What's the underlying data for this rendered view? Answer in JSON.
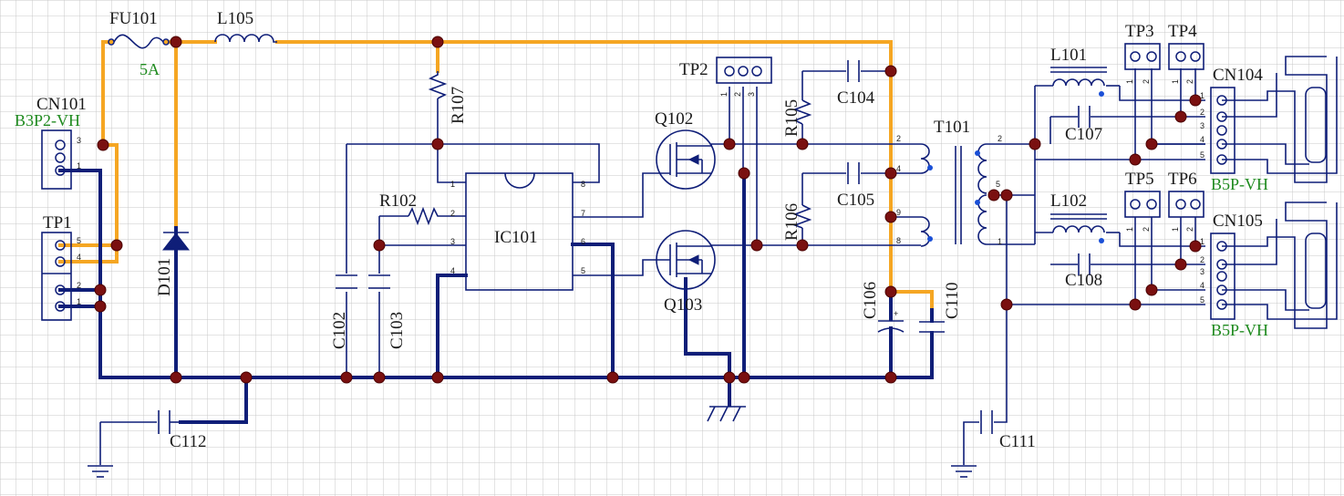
{
  "labels": {
    "fu101": "FU101",
    "fu101_value": "5A",
    "l105": "L105",
    "cn101": "CN101",
    "cn101_value": "B3P2-VH",
    "tp1": "TP1",
    "d101": "D101",
    "r107": "R107",
    "r102": "R102",
    "ic101": "IC101",
    "c102": "C102",
    "c103": "C103",
    "c112": "C112",
    "tp2": "TP2",
    "q102": "Q102",
    "q103": "Q103",
    "r105": "R105",
    "r106": "R106",
    "c104": "C104",
    "c105": "C105",
    "c106": "C106",
    "c110": "C110",
    "t101": "T101",
    "l101": "L101",
    "l102": "L102",
    "c107": "C107",
    "c108": "C108",
    "c111": "C111",
    "tp3": "TP3",
    "tp4": "TP4",
    "tp5": "TP5",
    "tp6": "TP6",
    "cn104": "CN104",
    "cn104_value": "B5P-VH",
    "cn105": "CN105",
    "cn105_value": "B5P-VH"
  },
  "pins": {
    "cn101": [
      "3",
      "1"
    ],
    "tp1": [
      "5",
      "4",
      "2",
      "1"
    ],
    "ic_left": [
      "1",
      "2",
      "3",
      "4"
    ],
    "ic_right": [
      "8",
      "7",
      "6",
      "5"
    ],
    "tp2": [
      "1",
      "2",
      "3"
    ],
    "t101_primary": [
      "2",
      "4",
      "9",
      "8"
    ],
    "t101_secondary": [
      "2",
      "5",
      "1"
    ],
    "cn104": [
      "1",
      "2",
      "3",
      "4",
      "5"
    ],
    "cn105": [
      "1",
      "2",
      "3",
      "4",
      "5"
    ],
    "tp_pair": [
      "1",
      "2"
    ]
  },
  "colors": {
    "power_net": "#f5a623",
    "ground_net": "#0f1e78",
    "junction": "#7a1010",
    "value_text": "#1e8a1e",
    "phase_dot": "#1a4fd6"
  }
}
